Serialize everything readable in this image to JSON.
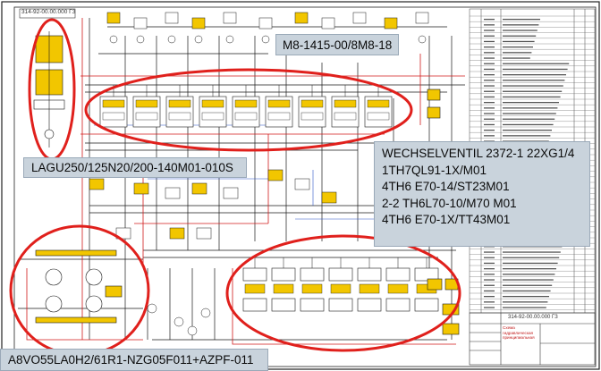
{
  "drawing": {
    "stamp_top": "314-92-00.00.000 ГЗ",
    "stamp_bottom": "314-92-00.00.000 ГЗ",
    "title_block_caption": "Схема гидравлическая принципиальная"
  },
  "callouts": {
    "valve_block": "M8-1415-00/8M8-18",
    "pump_regulator": "LAGU250/125N20/200-140M01-010S",
    "valves_list": [
      "WECHSELVENTIL 2372-1 22XG1/4",
      "1TH7QL91-1X/M01",
      "4TH6 E70-14/ST23M01",
      "2-2 TH6L70-10/M70 M01",
      "4TH6 E70-1X/TT43M01"
    ],
    "pump": "A8VO55LA0H2/61R1-NZG05F011+AZPF-011"
  },
  "colors": {
    "highlight_ellipse": "#e0201c",
    "schematic_line": "#1a1a1a",
    "return_line": "#d11a1a",
    "component_fill": "#f2c600",
    "callout_bg": "#c9d3dc"
  }
}
